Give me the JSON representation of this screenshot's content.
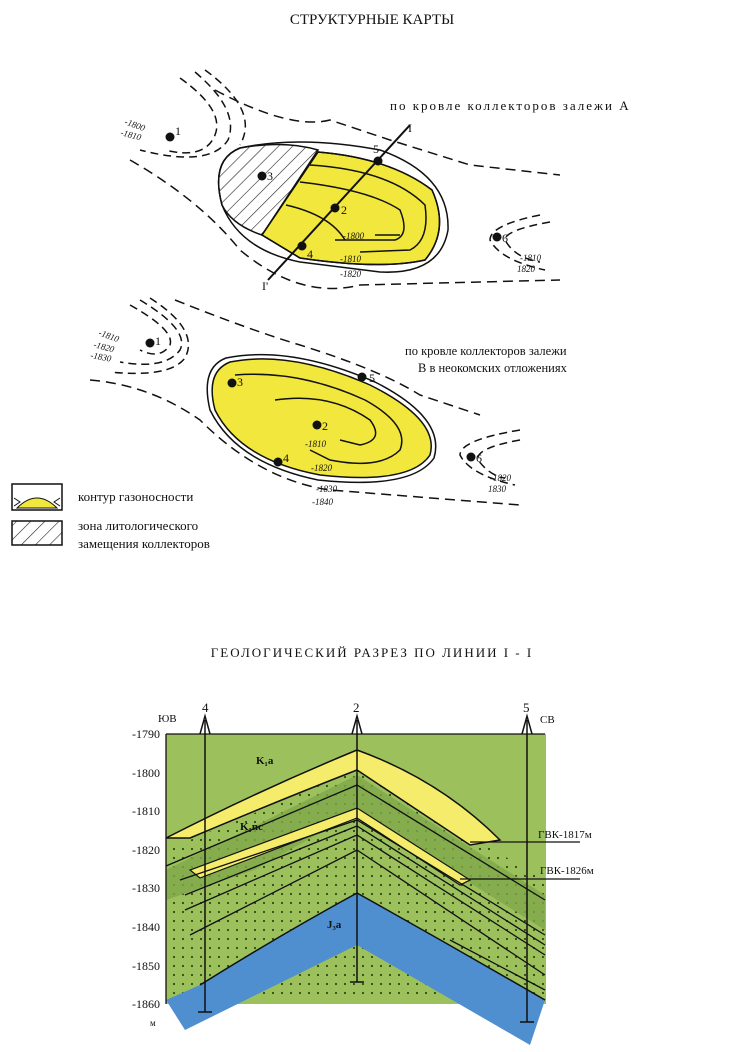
{
  "title": "СТРУКТУРНЫЕ КАРТЫ",
  "colors": {
    "gas": "#f2e73c",
    "green": "#9cc15c",
    "darkgreen": "#6f9a3a",
    "blue": "#4f8fd0",
    "sand": "#f4ec6a"
  },
  "map_a": {
    "caption": "по кровле коллекторов залежи  А",
    "section_line_top": "I",
    "section_line_bottom": "I'",
    "wells": [
      "1",
      "3",
      "5",
      "2",
      "4",
      "6"
    ],
    "contours": {
      "w1_a": "-1800",
      "w1_b": "-1810",
      "c1800": "-1800",
      "c1810": "-1810",
      "c1820": "-1820",
      "w6_a": "-1810",
      "w6_b": "1820"
    }
  },
  "map_b": {
    "caption_1": "по кровле коллекторов залежи",
    "caption_2": "В в неокомских отложениях",
    "wells": [
      "1",
      "3",
      "5",
      "2",
      "4",
      "6"
    ],
    "contours": {
      "w1_a": "-1810",
      "w1_b": "-1820",
      "w1_c": "-1830",
      "c1810": "-1810",
      "c1820": "-1820",
      "c1830": "-1830",
      "c1840": "-1840",
      "w6_a": "-1820",
      "w6_b": "1830"
    }
  },
  "legend": {
    "gas_contour": "контур газоносности",
    "litho_1": "зона литологического",
    "litho_2": "замещения коллекторов"
  },
  "section": {
    "title": "ГЕОЛОГИЧЕСКИЙ РАЗРЕЗ ПО ЛИНИИ I - I",
    "left_dir": "ЮВ",
    "right_dir": "СВ",
    "wells": [
      "4",
      "2",
      "5"
    ],
    "y_ticks": [
      "-1790",
      "-1800",
      "-1810",
      "-1820",
      "-1830",
      "-1840",
      "-1850",
      "-1860"
    ],
    "unit": "м",
    "layers": {
      "top": "K₁a",
      "mid": "K₁nc",
      "bottom": "J₃a"
    },
    "gwc_1": "ГВК-1817м",
    "gwc_2": "ГВК-1826м"
  }
}
